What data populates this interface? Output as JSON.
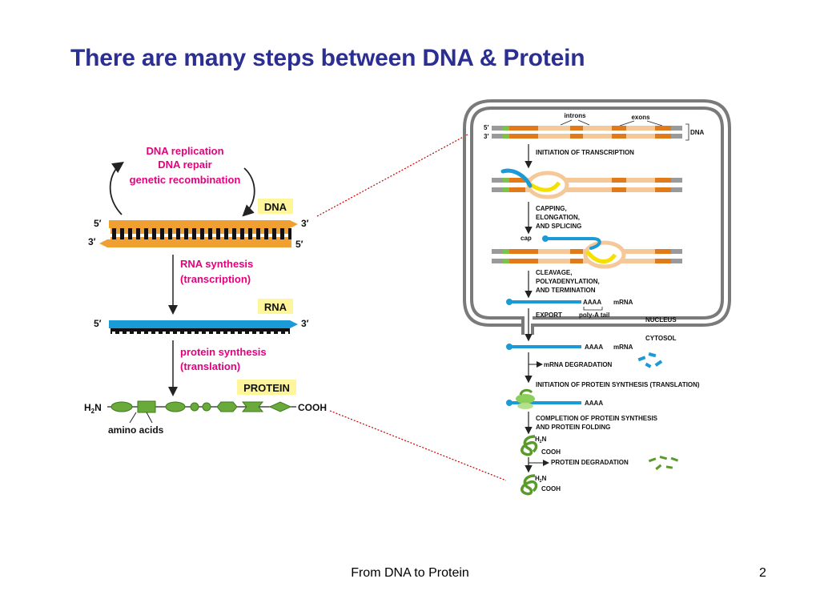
{
  "slide": {
    "title": "There are many steps between DNA & Protein",
    "footer": "From DNA to Protein",
    "page_number": "2"
  },
  "colors": {
    "title": "#2b2f92",
    "process_label": "#e6007e",
    "dna_strand": "#f0a030",
    "rna_strand": "#1a9ad6",
    "protein": "#6aaa3a",
    "exon": "#e07a1a",
    "intron": "#f5c89a",
    "label_box": "#fff59a",
    "connector": "#cc0000"
  },
  "left_panel": {
    "processes_top": [
      "DNA replication",
      "DNA repair",
      "genetic recombination"
    ],
    "dna_box": "DNA",
    "rna_synthesis": [
      "RNA synthesis",
      "(transcription)"
    ],
    "rna_box": "RNA",
    "protein_synthesis": [
      "protein synthesis",
      "(translation)"
    ],
    "protein_box": "PROTEIN",
    "five_prime": "5′",
    "three_prime": "3′",
    "h2n": "H",
    "h2n_sub": "2",
    "h2n_n": "N",
    "cooh": "COOH",
    "amino_acids": "amino acids"
  },
  "right_panel": {
    "introns": "introns",
    "exons": "exons",
    "five_prime": "5′",
    "three_prime": "3′",
    "dna": "DNA",
    "initiation_transcription": "INITIATION OF TRANSCRIPTION",
    "capping": [
      "CAPPING,",
      "ELONGATION,",
      "AND SPLICING"
    ],
    "cap": "cap",
    "cleavage": [
      "CLEAVAGE,",
      "POLYADENYLATION,",
      "AND TERMINATION"
    ],
    "aaaa": "AAAA",
    "mrna": "mRNA",
    "poly_a_tail": "poly-A tail",
    "export": "EXPORT",
    "nucleus": "NUCLEUS",
    "cytosol": "CYTOSOL",
    "mrna_degradation": "mRNA DEGRADATION",
    "initiation_translation": "INITIATION OF PROTEIN SYNTHESIS (TRANSLATION)",
    "completion": [
      "COMPLETION OF PROTEIN SYNTHESIS",
      "AND PROTEIN FOLDING"
    ],
    "h2n_h": "H",
    "h2n_sub": "2",
    "h2n_n": "N",
    "cooh": "COOH",
    "protein_degradation": "PROTEIN DEGRADATION"
  }
}
